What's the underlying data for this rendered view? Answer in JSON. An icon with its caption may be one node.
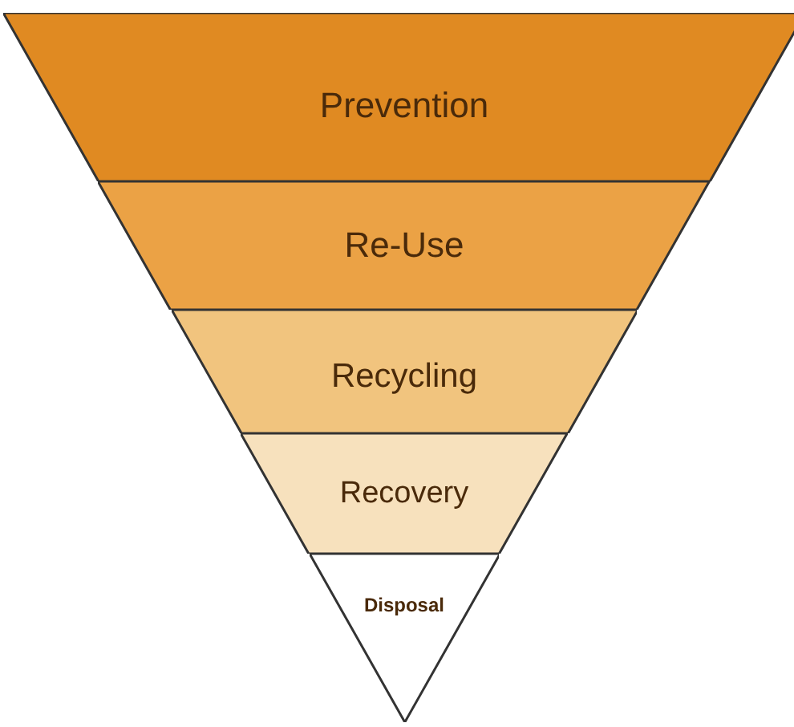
{
  "diagram": {
    "nodes": [
      {
        "text": [
          "Prevention"
        ]
      },
      {
        "text": [
          "Re-Use"
        ]
      },
      {
        "text": [
          "Recycling"
        ]
      },
      {
        "text": [
          "Recovery"
        ]
      },
      {
        "text": [
          "Disposal"
        ]
      }
    ]
  }
}
